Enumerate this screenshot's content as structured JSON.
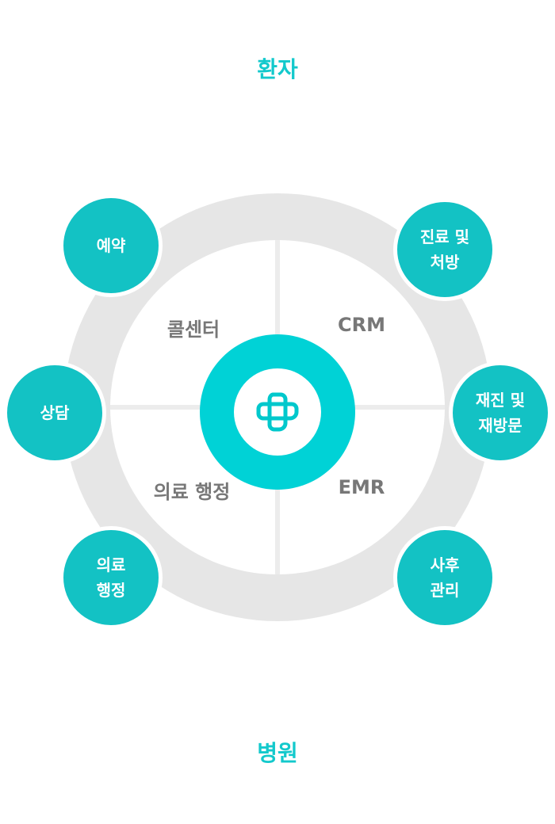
{
  "top_label": "환자",
  "bottom_label": "병원",
  "quadrants": {
    "top_left": "콜센터",
    "top_right": "CRM",
    "bottom_left": "의료 행정",
    "bottom_right": "EMR"
  },
  "hub": {
    "icon": "medical-cross-logo-icon"
  },
  "nodes": {
    "reservation": {
      "line1": "예약"
    },
    "treatment": {
      "line1": "진료 및",
      "line2": "처방"
    },
    "consultation": {
      "line1": "상담"
    },
    "revisit": {
      "line1": "재진 및",
      "line2": "재방문"
    },
    "administration": {
      "line1": "의료",
      "line2": "행정"
    },
    "aftercare": {
      "line1": "사후",
      "line2": "관리"
    }
  },
  "colors": {
    "accent": "#13c9cc",
    "hub": "#00d2d6",
    "node": "#13c2c4",
    "ring": "#e6e6e6",
    "label": "#777777"
  }
}
